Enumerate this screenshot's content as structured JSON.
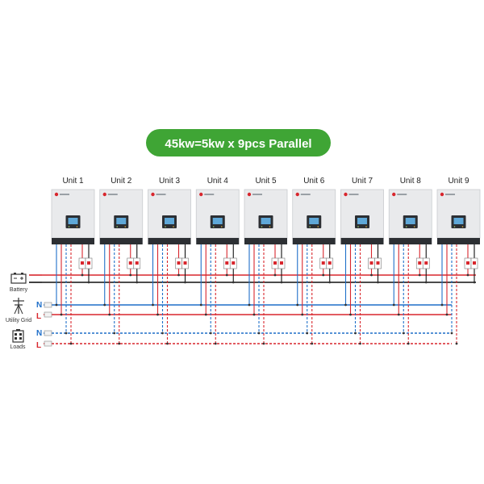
{
  "title": "45kw=5kw x 9pcs Parallel",
  "units": [
    {
      "label": "Unit 1"
    },
    {
      "label": "Unit 2"
    },
    {
      "label": "Unit 3"
    },
    {
      "label": "Unit 4"
    },
    {
      "label": "Unit 5"
    },
    {
      "label": "Unit 6"
    },
    {
      "label": "Unit 7"
    },
    {
      "label": "Unit 8"
    },
    {
      "label": "Unit 9"
    }
  ],
  "sources": {
    "battery": "Battery",
    "utility_grid": "Utility Grid",
    "loads": "Loads",
    "neutral_letter": "N",
    "live_letter": "L"
  },
  "colors": {
    "banner": "#3fa535",
    "neutral_wire": "#1f6fc9",
    "live_wire": "#d8262d",
    "battery_wire": "#111111"
  },
  "icons": [
    "battery-icon",
    "utility-pole-icon",
    "loads-building-icon",
    "inverter-logo-icon",
    "breaker-icon"
  ]
}
